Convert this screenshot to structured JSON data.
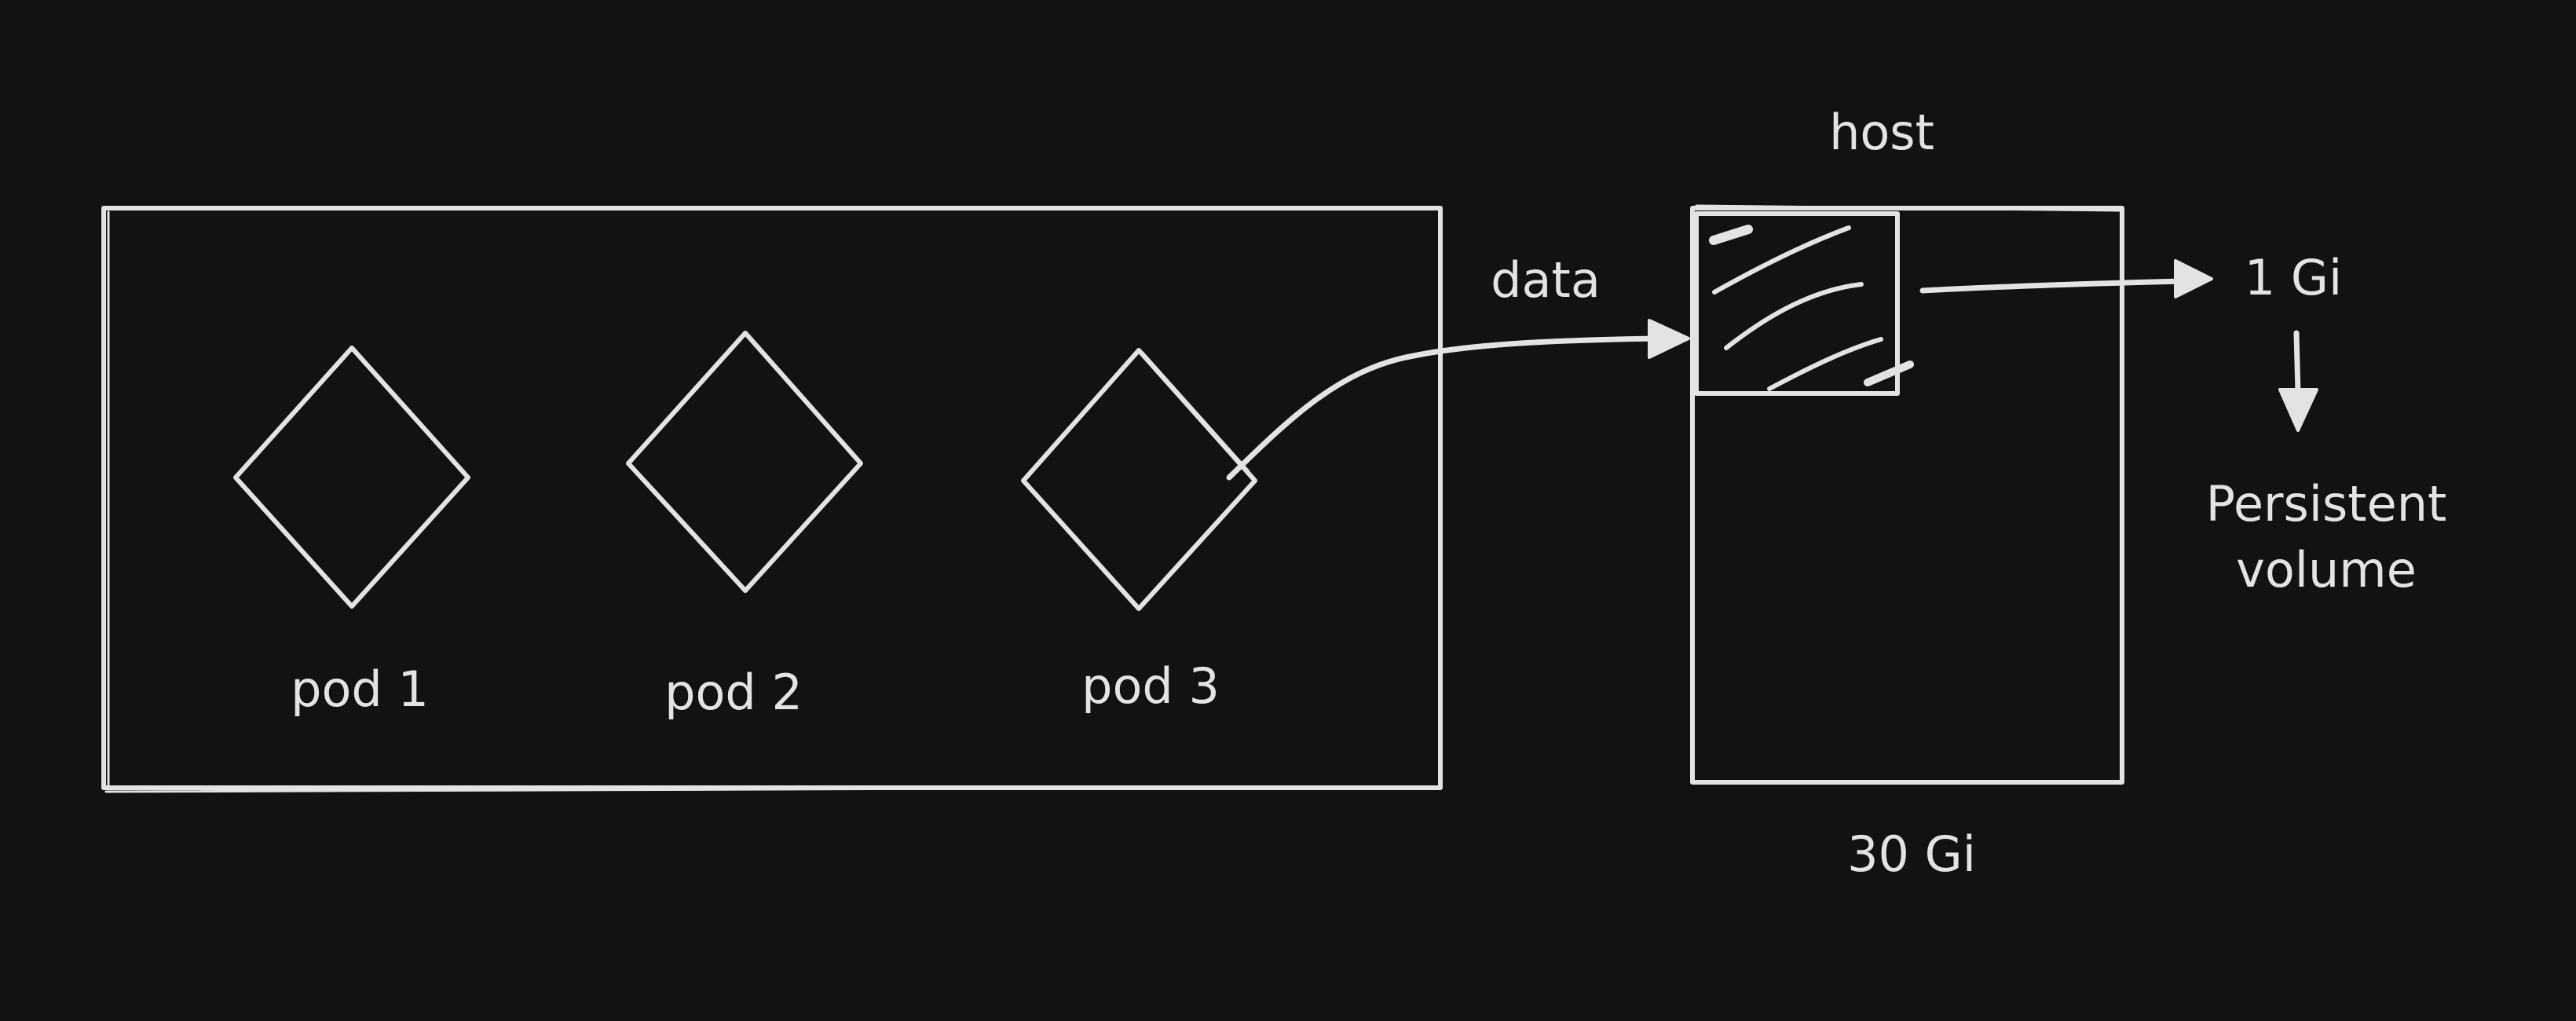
{
  "diagram": {
    "pods": [
      {
        "label": "pod 1"
      },
      {
        "label": "pod 2"
      },
      {
        "label": "pod 3"
      }
    ],
    "arrow_label": "data",
    "host": {
      "label": "host",
      "capacity": "30 Gi",
      "allocation": "1 Gi"
    },
    "volume_label_lines": [
      "Persistent",
      "volume"
    ],
    "colors": {
      "background": "#121212",
      "stroke": "#e3e3e3"
    }
  }
}
